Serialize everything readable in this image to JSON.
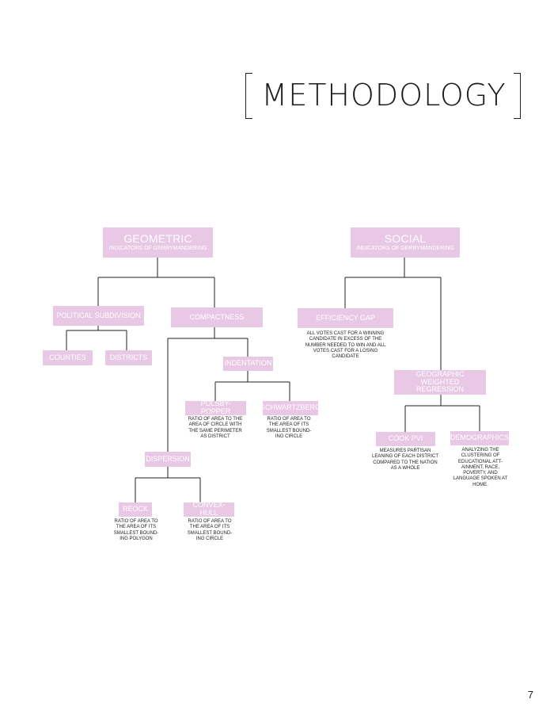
{
  "page": {
    "title": "METHODOLOGY",
    "number": "7"
  },
  "nodes": {
    "geometric": {
      "label": "GEOMETRIC",
      "sub": "INDICATORS OF GERRYMANDERING"
    },
    "social": {
      "label": "SOCIAL",
      "sub": "INDICATORS OF GERRYMANDERING"
    },
    "political_subdivision": {
      "label": "POLITICAL SUBDIVISION"
    },
    "compactness": {
      "label": "COMPACTNESS"
    },
    "counties": {
      "label": "COUNTIES"
    },
    "districts": {
      "label": "DISTRICTS"
    },
    "indentation": {
      "label": "INDENTATION"
    },
    "polsby_popper": {
      "label": "POLSBY-POPPER",
      "desc": "RATIO OF AREA TO THE AREA OF CIRCLE WITH THE SAME PERIMETER AS DISTRICT"
    },
    "schwartzberg": {
      "label": "SCHWARTZBERG",
      "desc": "RATIO OF AREA TO THE AREA OF ITS SMALLEST BOUND-ING CIRCLE"
    },
    "dispersion": {
      "label": "DISPERSION"
    },
    "reock": {
      "label": "REOCK",
      "desc": "RATIO OF AREA TO THE AREA OF ITS SMALLEST BOUND-ING POLYGON"
    },
    "convex_hull": {
      "label": "CONVEX-HULL",
      "desc": "RATIO OF AREA TO THE AREA OF ITS SMALLEST BOUND-ING CIRCLE"
    },
    "efficiency_gap": {
      "label": "EFFICIENCY GAP",
      "desc": "ALL VOTES CAST FOR A WINNING CANDIDATE IN EXCESS OF THE NUMBER NEEDED TO WIN AND ALL VOTES CAST FOR A LOSING CANDIDATE"
    },
    "gwr": {
      "label": "GEOGRAPHIC WEIGHTED REGRESSION"
    },
    "cook_pvi": {
      "label": "COOK PVI",
      "desc": "MEASURES PARTISAN LEANING OF EACH DISTRICT COMPARED TO THE NATION AS A WHOLE"
    },
    "demographics": {
      "label": "DEMOGRAPHICS",
      "desc": "ANALYZING THE CLUSTERING OF EDUCATIONAL ATT-AINMENT, RACE, POVERTY, AND LANGUAGE SPOKEN AT HOME."
    }
  },
  "colors": {
    "box_fill": "#e8c8e4",
    "box_text": "#ffffff",
    "line": "#222222"
  }
}
